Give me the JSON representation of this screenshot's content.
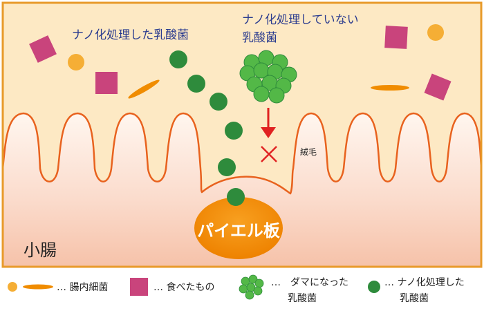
{
  "labels": {
    "nano": "ナノ化処理した乳酸菌",
    "non_nano_line1": "ナノ化処理していない",
    "non_nano_line2": "乳酸菌",
    "villus": "絨毛",
    "small_intestine": "小腸",
    "peyer": "パイエル板"
  },
  "legend": {
    "gut_bacteria": "… 腸内細菌",
    "food": "… 食べたもの",
    "clumped_line1": "…　ダマになった",
    "clumped_line2": "乳酸菌",
    "nano_line1": "… ナノ化処理した",
    "nano_line2": "乳酸菌"
  },
  "colors": {
    "lumen": "#fde9c4",
    "border": "#e89a2a",
    "tissue": "#f7c7b0",
    "wall_stroke": "#e8621e",
    "peyer": "#f08c00",
    "bacteria_orange": "#f5ae35",
    "food_magenta": "#c9447c",
    "lab_green": "#2e8b3c",
    "clump_green": "#53b847",
    "arrow_red": "#e02121",
    "label_blue": "#2a3b8f"
  }
}
